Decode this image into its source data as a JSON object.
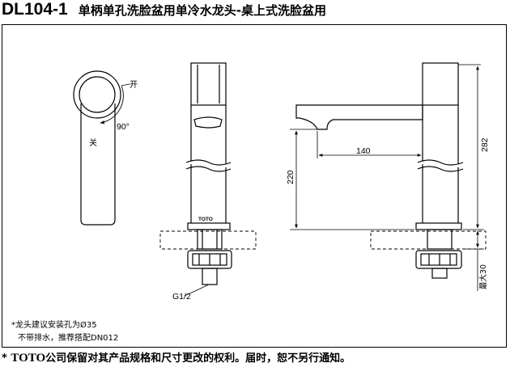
{
  "title": {
    "model_code": "DL104-1",
    "description": "单柄单孔洗脸盆用单冷水龙头-桌上式洗脸盆用"
  },
  "handle_view": {
    "open_label": "开",
    "close_label": "关",
    "angle_label": "90°"
  },
  "front_view": {
    "brand_mark": "TOTO",
    "thread_label": "G1/2"
  },
  "side_view": {
    "dim_spout_reach": "140",
    "dim_spout_height": "220",
    "dim_total_height": "282",
    "dim_max_counter": "最大30"
  },
  "notes": {
    "line1": "*龙头建议安装孔为Ø35",
    "line2": "不带排水，推荐搭配DN012"
  },
  "footer": {
    "star": "*",
    "brand": "TOTO",
    "text": "公司保留对其产品规格和尺寸更改的权利。届时，恕不另行通知。"
  }
}
